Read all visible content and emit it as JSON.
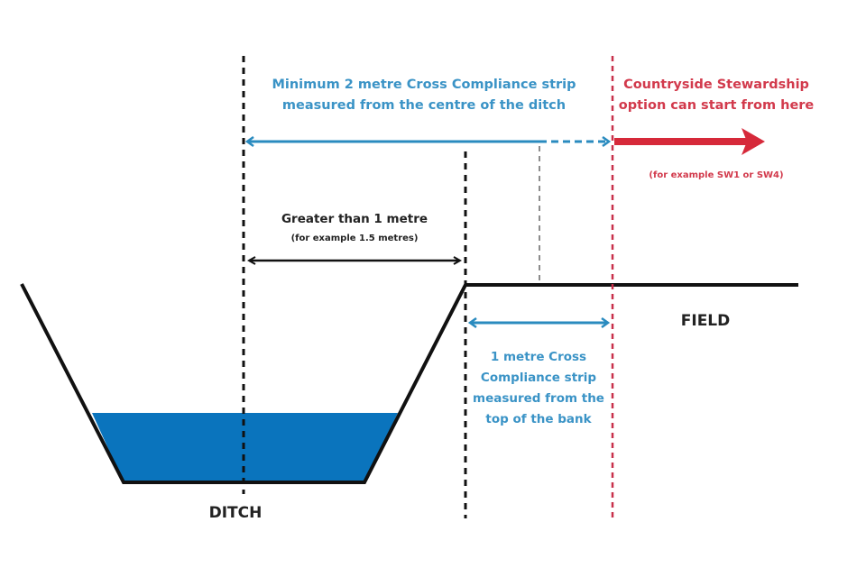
{
  "diagram": {
    "colors": {
      "blue": "#2a8bbf",
      "blue_text": "#3a93c6",
      "red": "#d6293a",
      "red_text": "#d23a4c",
      "black": "#111111",
      "water": "#0a74bd"
    },
    "labels": {
      "min_strip_line1": "Minimum 2 metre Cross Compliance strip",
      "min_strip_line2": "measured from the centre of the ditch",
      "stewardship_line1": "Countryside Stewardship",
      "stewardship_line2": "option can start from here",
      "stewardship_example": "(for example SW1 or SW4)",
      "greater_line1": "Greater than 1 metre",
      "greater_line2": "(for example 1.5 metres)",
      "one_metre_line1": "1 metre Cross",
      "one_metre_line2": "Compliance strip",
      "one_metre_line3": "measured from the",
      "one_metre_line4": "top of the bank",
      "field": "FIELD",
      "ditch": "DITCH"
    }
  }
}
